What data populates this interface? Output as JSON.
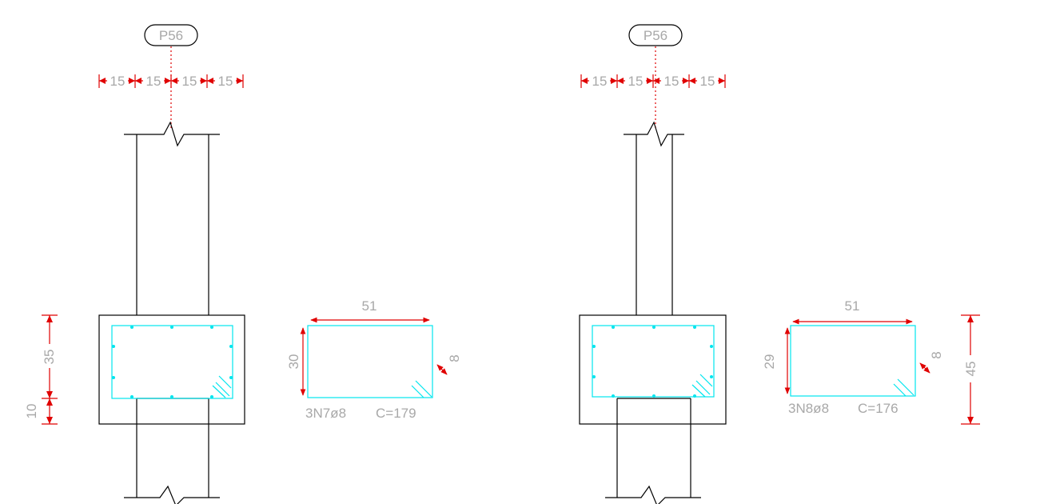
{
  "left": {
    "tag": "P56",
    "top_dims": [
      "15",
      "15",
      "15",
      "15"
    ],
    "vdim_upper": "35",
    "vdim_lower": "10",
    "stirrup_width": "51",
    "stirrup_height": "30",
    "hook": "8",
    "callout_qty": "3N7ø8",
    "callout_len": "C=179"
  },
  "right": {
    "tag": "P56",
    "top_dims": [
      "15",
      "15",
      "15",
      "15"
    ],
    "stirrup_width": "51",
    "stirrup_height": "29",
    "hook": "8",
    "total_height": "45",
    "callout_qty": "3N8ø8",
    "callout_len": "C=176"
  },
  "colors": {
    "outline": "#000000",
    "rebar": "#00e5ee",
    "dimension": "#e00000",
    "text": "#a8a8a8"
  }
}
